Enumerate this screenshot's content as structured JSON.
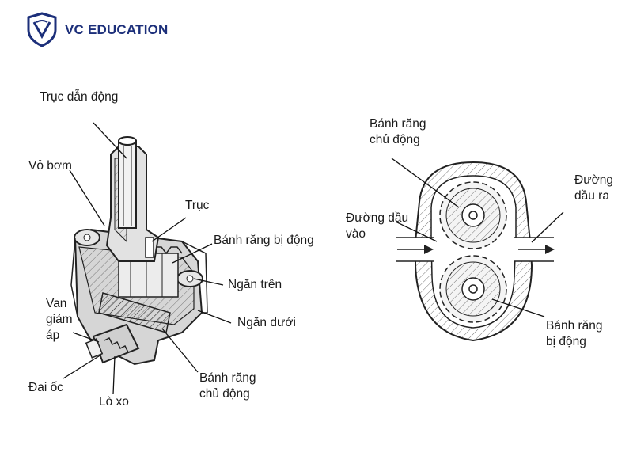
{
  "brand": {
    "name": "VC EDUCATION",
    "color": "#1c2f7a",
    "logo_icon": "vc-shield-icon"
  },
  "left_diagram": {
    "labels": {
      "drive_shaft": "Trục dẫn động",
      "pump_housing": "Vỏ bơm",
      "shaft": "Trục",
      "driven_gear": "Bánh răng bị động",
      "upper_chamber": "Ngăn trên",
      "lower_chamber": "Ngăn dưới",
      "pressure_relief_valve": "Van\ngiảm\náp",
      "nut": "Đai ốc",
      "spring": "Lò xo",
      "drive_gear": "Bánh răng\nchủ động"
    }
  },
  "right_diagram": {
    "labels": {
      "drive_gear": "Bánh răng\nchủ động",
      "oil_outlet": "Đường\ndầu ra",
      "oil_inlet": "Đường dầu\nvào",
      "driven_gear": "Bánh răng\nbị động"
    }
  }
}
